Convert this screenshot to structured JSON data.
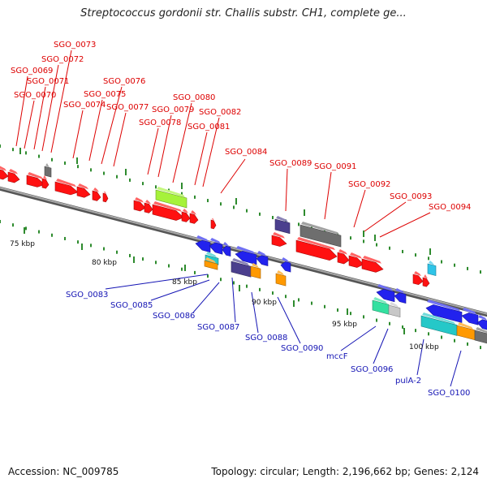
{
  "title": "Streptococcus gordonii str. Challis substr. CH1, complete ge...",
  "accession": "Accession: NC_009785",
  "summary": "Topology: circular; Length: 2,196,662 bp; Genes: 2,124",
  "colors": {
    "forward_label": "#dd0000",
    "reverse_label": "#1414b4",
    "backbone": "#7a7a7a",
    "tick": "#2e8b2e",
    "red": "#ff1111",
    "blue": "#2222ee",
    "gray": "#6e6e6e",
    "lime": "#a6f23a",
    "purple": "#4b3f8e",
    "orange": "#ff9900",
    "cyan": "#2ec4e8",
    "teal": "#25c8c8",
    "mint": "#33e0a0",
    "lightgray": "#c8c8c8"
  },
  "scale_labels": [
    "75 kbp",
    "80 kbp",
    "85 kbp",
    "90 kbp",
    "95 kbp",
    "100 kbp"
  ],
  "forward_genes": [
    "SGO_0069",
    "SGO_0070",
    "SGO_0071",
    "SGO_0072",
    "SGO_0073",
    "SGO_0074",
    "SGO_0075",
    "SGO_0076",
    "SGO_0077",
    "SGO_0078",
    "SGO_0079",
    "SGO_0080",
    "SGO_0081",
    "SGO_0082",
    "SGO_0084",
    "SGO_0089",
    "SGO_0091",
    "SGO_0092",
    "SGO_0093",
    "SGO_0094"
  ],
  "reverse_genes": [
    "SGO_0083",
    "SGO_0085",
    "SGO_0086",
    "SGO_0087",
    "SGO_0088",
    "SGO_0090",
    "mccF",
    "SGO_0096",
    "pulA-2",
    "SGO_0100"
  ]
}
